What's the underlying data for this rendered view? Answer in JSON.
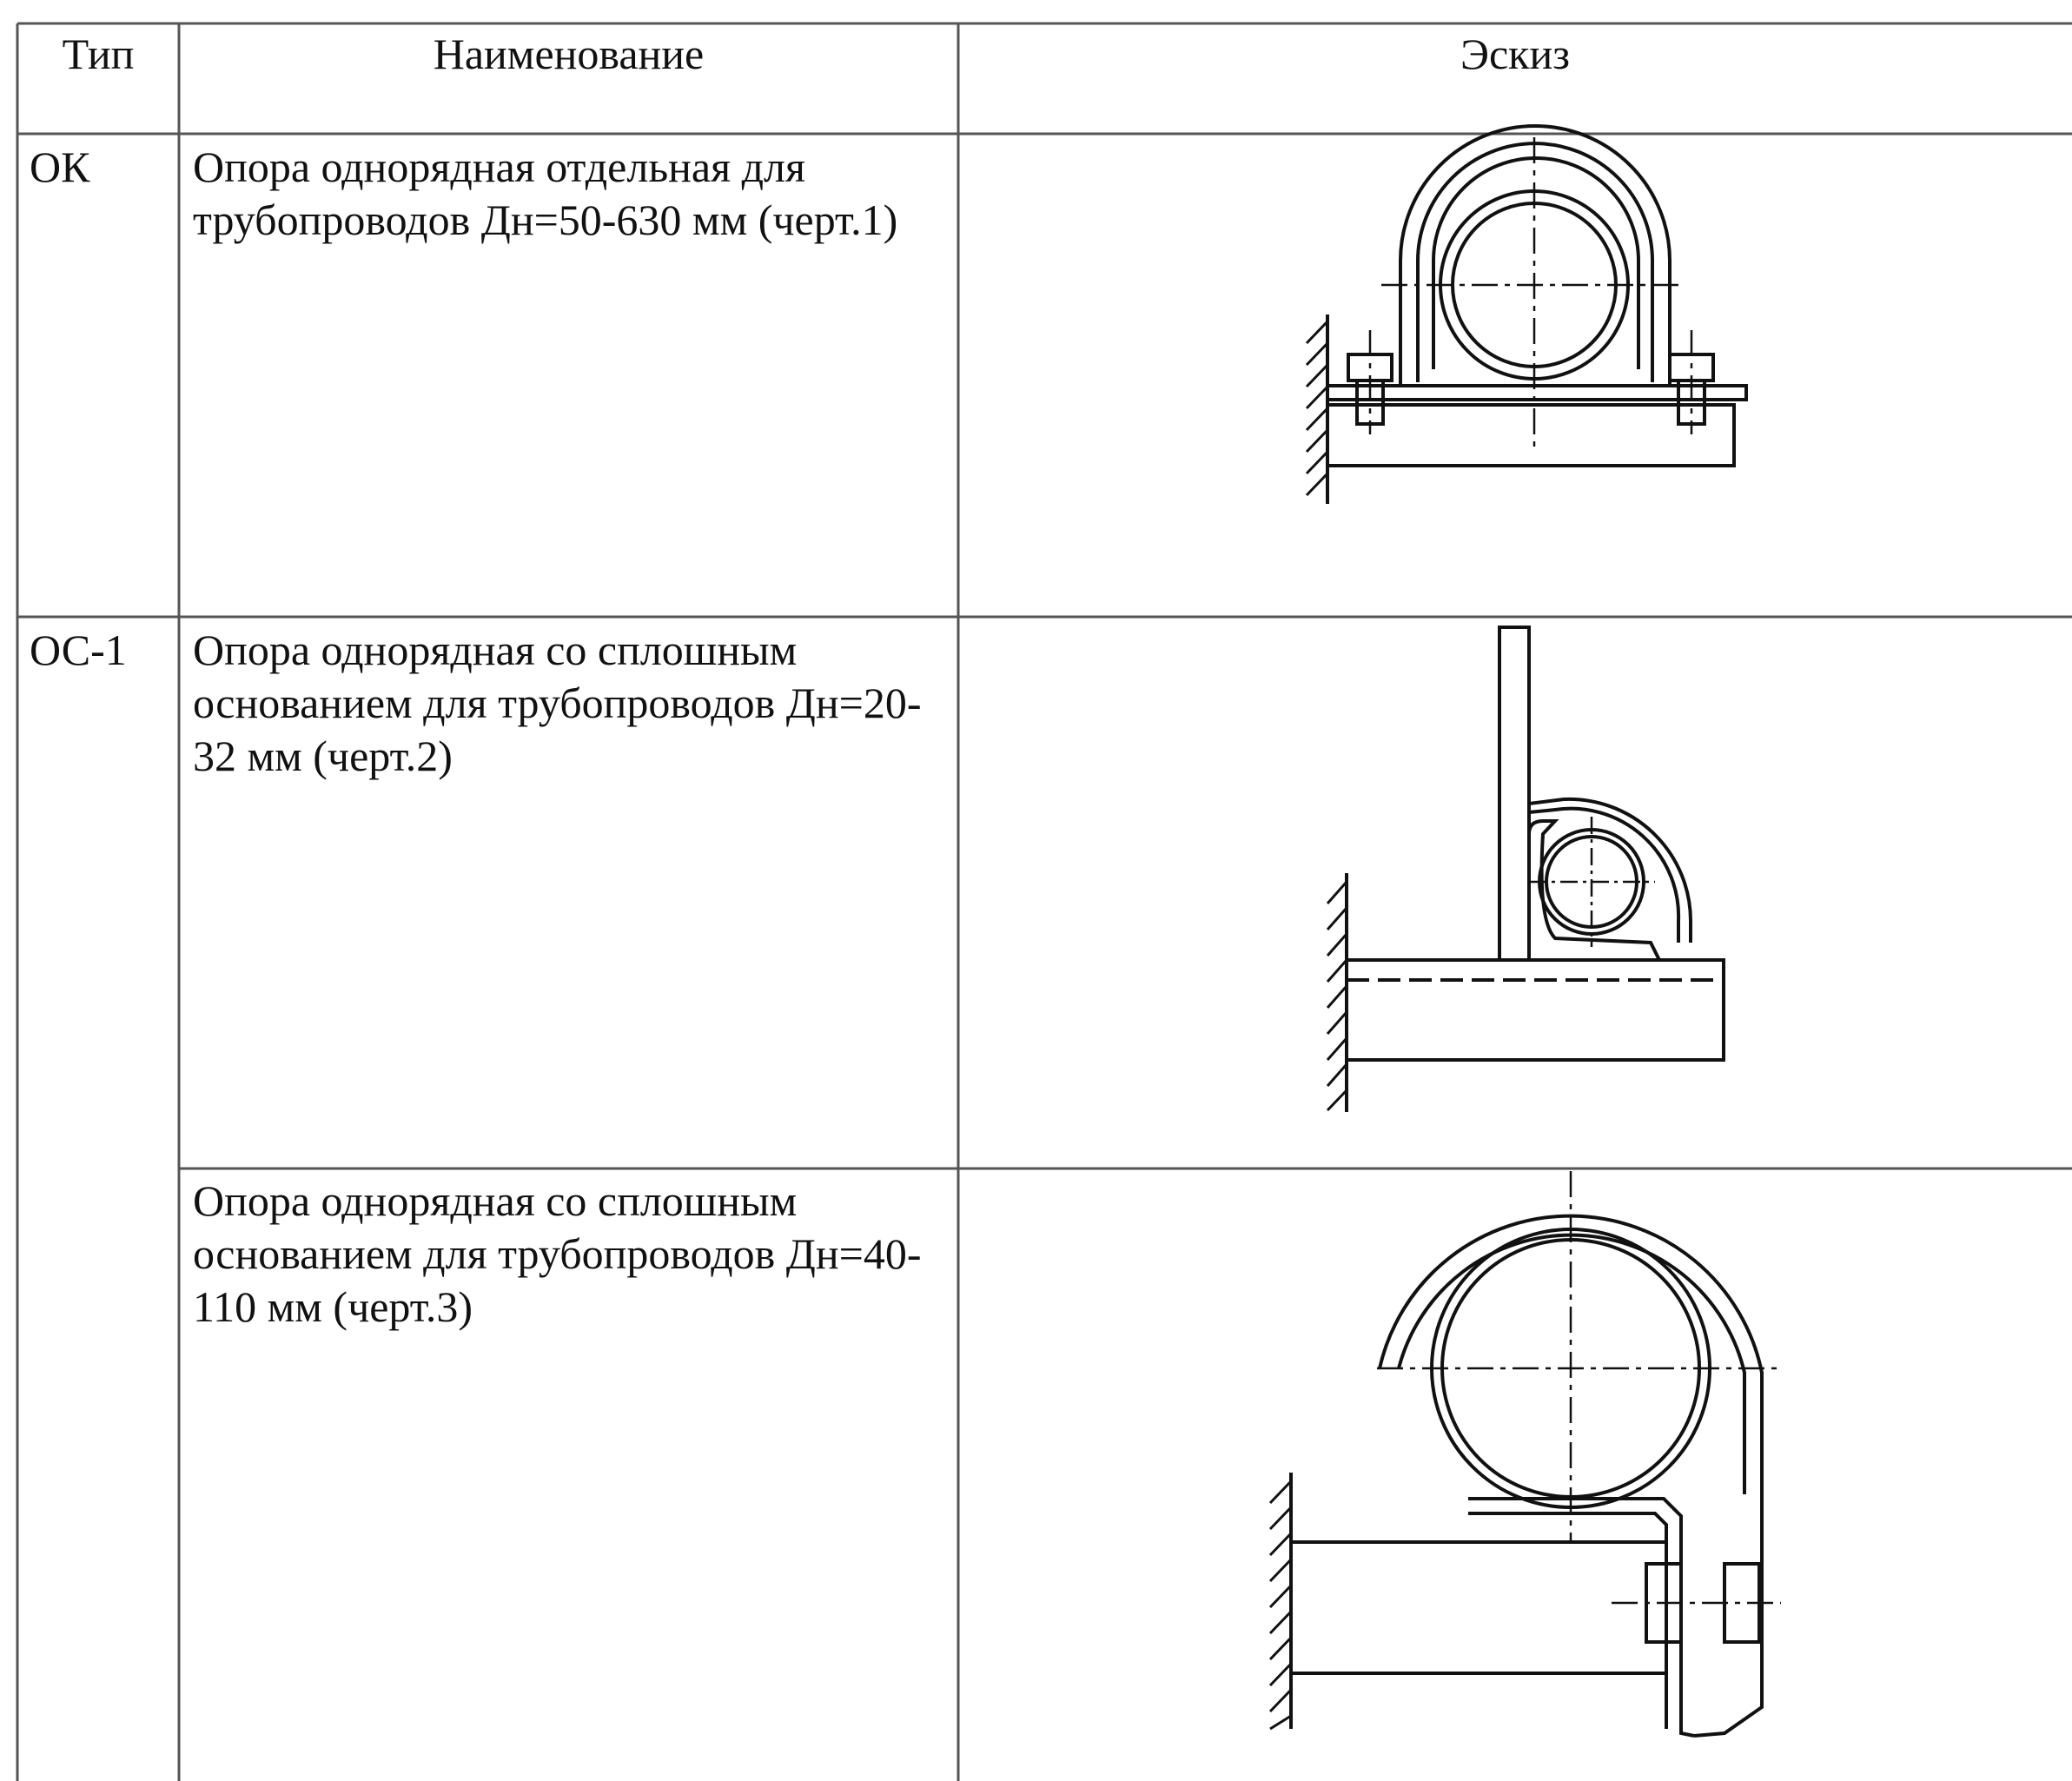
{
  "table": {
    "headers": {
      "type": "Тип",
      "name": "Наименование",
      "sketch": "Эскиз"
    },
    "rows": [
      {
        "type": "ОК",
        "name": "Опора однорядная отдельная для трубопроводов Дн=50-630 мм (черт.1)",
        "sketch_icon": "pipe-support-ok-drawing"
      },
      {
        "type": "ОС-1",
        "name": "Опора однорядная со сплошным основанием для трубопроводов Дн=20-32 мм (черт.2)",
        "sketch_icon": "pipe-support-os1-small-drawing"
      },
      {
        "type": "",
        "name": "Опора однорядная со сплошным основанием для трубопроводов Дн=40-110 мм (черт.3)",
        "sketch_icon": "pipe-support-os1-large-drawing"
      }
    ]
  }
}
